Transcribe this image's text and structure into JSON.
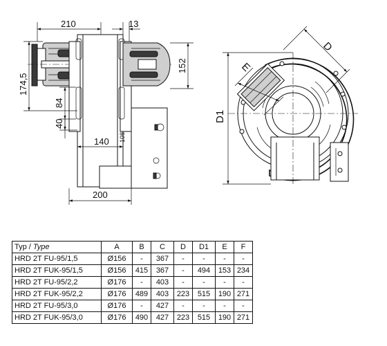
{
  "drawing": {
    "side_view": {
      "dim_top_width": "210",
      "dim_top_small": "13",
      "dim_left_outer": "174,5",
      "dim_right": "152",
      "dim_left_inner": "84",
      "dim_left_lower": "40",
      "dim_bottom_inner": "140",
      "dim_bottom_inner_small": "108",
      "dim_bottom_outer": "200"
    },
    "front_view": {
      "label_d": "D",
      "label_e": "E",
      "label_d1": "D1"
    }
  },
  "table": {
    "headers": [
      {
        "main": "Typ / ",
        "italic": "Type"
      },
      {
        "main": "A"
      },
      {
        "main": "B"
      },
      {
        "main": "C"
      },
      {
        "main": "D"
      },
      {
        "main": "D1"
      },
      {
        "main": "E"
      },
      {
        "main": "F"
      }
    ],
    "rows": [
      [
        "HRD 2T FU-95/1,5",
        "Ø156",
        "-",
        "367",
        "-",
        "-",
        "-",
        "-"
      ],
      [
        "HRD 2T FUK-95/1,5",
        "Ø156",
        "415",
        "367",
        "-",
        "494",
        "153",
        "234"
      ],
      [
        "HRD 2T FU-95/2,2",
        "Ø176",
        "-",
        "403",
        "-",
        "-",
        "-",
        "-"
      ],
      [
        "HRD 2T FUK-95/2,2",
        "Ø176",
        "489",
        "403",
        "223",
        "515",
        "190",
        "271"
      ],
      [
        "HRD 2T FU-95/3,0",
        "Ø176",
        "-",
        "427",
        "-",
        "-",
        "-",
        "-"
      ],
      [
        "HRD 2T FUK-95/3,0",
        "Ø176",
        "490",
        "427",
        "223",
        "515",
        "190",
        "271"
      ]
    ]
  }
}
